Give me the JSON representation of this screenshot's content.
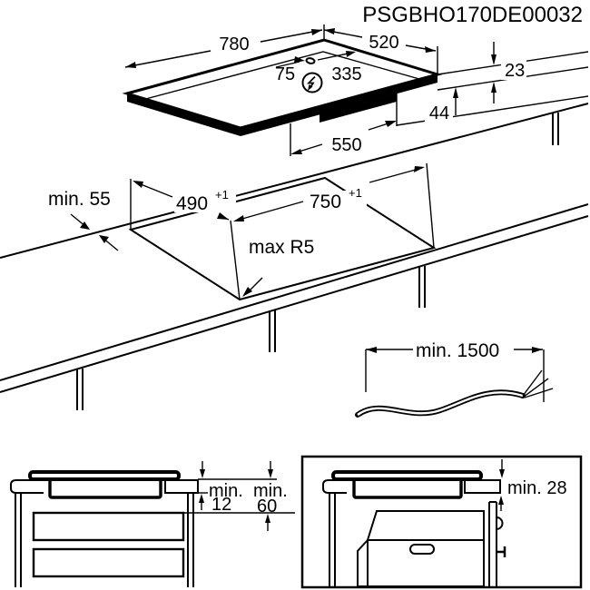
{
  "title": "PSGBHO170DE00032",
  "hob_top_view": {
    "width": "780",
    "depth": "520",
    "cord_offset_left": "75",
    "cord_offset_right": "335",
    "height_above_worktop": "23",
    "built_in_depth": "44",
    "base_width": "550",
    "power_symbol": "lightning-bolt"
  },
  "worktop_cutout": {
    "rear_clearance": "min. 55",
    "cutout_depth": "490",
    "cutout_depth_tolerance": "+1",
    "cutout_width": "750",
    "cutout_width_tolerance": "+1",
    "corner_radius": "max R5",
    "cable_length": "min. 1500"
  },
  "drawer_installation": {
    "min_label_a": "min.",
    "gap_a": "12",
    "min_label_b": "min.",
    "gap_b": "60"
  },
  "oven_installation": {
    "gap": "min. 28"
  }
}
